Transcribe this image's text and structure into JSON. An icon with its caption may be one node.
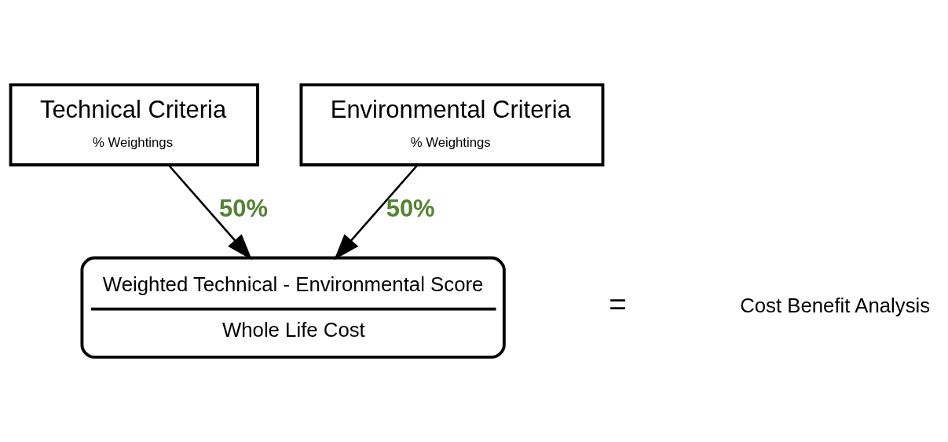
{
  "diagram": {
    "nodes": [
      {
        "text": [
          "Technical Criteria",
          "% Weightings"
        ]
      },
      {
        "text": [
          "Environmental Criteria",
          "% Weightings"
        ]
      },
      {
        "text": [
          "Weighted Technical - Environmental Score",
          "Whole Life Cost"
        ]
      }
    ],
    "edges": [
      {
        "from": 0,
        "to": 2,
        "arrow": "to",
        "label": "50%"
      },
      {
        "from": 1,
        "to": 2,
        "arrow": "to",
        "label": "50%"
      }
    ],
    "labels": [
      "=",
      "Cost Benefit Analysis"
    ]
  }
}
